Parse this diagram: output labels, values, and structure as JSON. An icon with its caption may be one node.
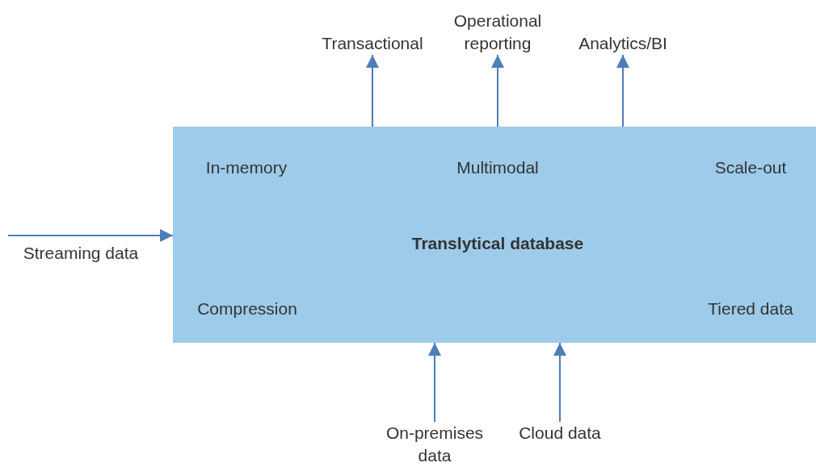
{
  "diagram": {
    "nodes": [
      {
        "text": [
          "In-memory",
          "Multimodal",
          "Scale-out",
          "Translytical database",
          "Compression",
          "Tiered data"
        ]
      },
      {
        "text": [
          "Transactional"
        ]
      },
      {
        "text": [
          "Operational reporting"
        ]
      },
      {
        "text": [
          "Analytics/BI"
        ]
      },
      {
        "text": [
          "Streaming data"
        ]
      },
      {
        "text": [
          "On-premises data"
        ]
      },
      {
        "text": [
          "Cloud data"
        ]
      }
    ],
    "edges": [
      {
        "from": 0,
        "to": 1,
        "arrow": "to"
      },
      {
        "from": 0,
        "to": 2,
        "arrow": "to"
      },
      {
        "from": 0,
        "to": 3,
        "arrow": "to"
      },
      {
        "from": 4,
        "to": 0,
        "arrow": "to"
      },
      {
        "from": 5,
        "to": 0,
        "arrow": "to"
      },
      {
        "from": 6,
        "to": 0,
        "arrow": "to"
      }
    ]
  }
}
